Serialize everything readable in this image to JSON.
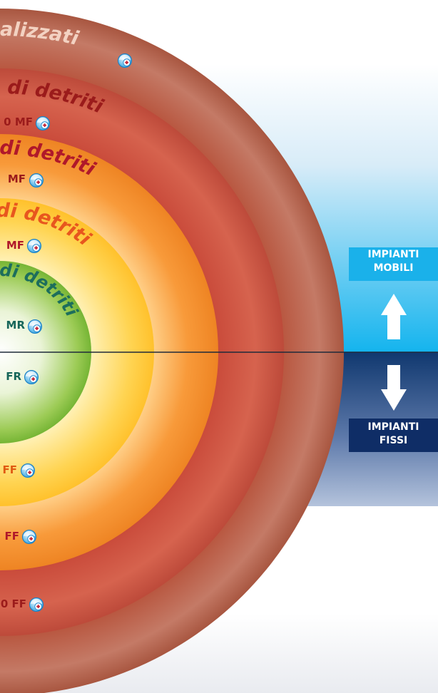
{
  "colors": {
    "ring_outer_1": "#b5624d",
    "ring_2": "#c44d3e",
    "ring_3": "#f08a2a",
    "ring_4": "#ffc83a",
    "ring_core": "#7cbb3a",
    "text_outer": "#f5d6c8",
    "text_dark_red": "#9b1b1b",
    "text_red": "#b0182a",
    "text_orange": "#e8561e",
    "text_green": "#1d6e5c",
    "panel_sky": "#cfe8f8",
    "panel_cyan": "#19b2ec",
    "panel_navy": "#123a73",
    "label_mobili_bg": "#1ab1ea",
    "label_fissi_bg": "#0f2d66"
  },
  "rings": [
    {
      "arc_text": "Personalizzati",
      "marker_icon": "plus-badge-icon"
    },
    {
      "arc_text": "Quantità di detriti",
      "top_item": "0 MF",
      "bottom_item": "0 FF",
      "marker_icon": "plus-badge-icon"
    },
    {
      "arc_text": "Quantità di detriti",
      "top_item": "MF",
      "bottom_item": "FF",
      "marker_icon": "plus-badge-icon"
    },
    {
      "arc_text": "Quantità di detriti",
      "top_item": "MF",
      "bottom_item": "FF",
      "marker_icon": "plus-badge-icon"
    },
    {
      "arc_text": "Quantità di detriti",
      "top_item": "MR",
      "bottom_item": "FR",
      "marker_icon": "plus-badge-icon"
    }
  ],
  "side": {
    "mobili": {
      "line1": "IMPIANTI",
      "line2": "MOBILI",
      "arrow_icon": "arrow-up-icon"
    },
    "fissi": {
      "line1": "IMPIANTI",
      "line2": "FISSI",
      "arrow_icon": "arrow-down-icon"
    }
  }
}
